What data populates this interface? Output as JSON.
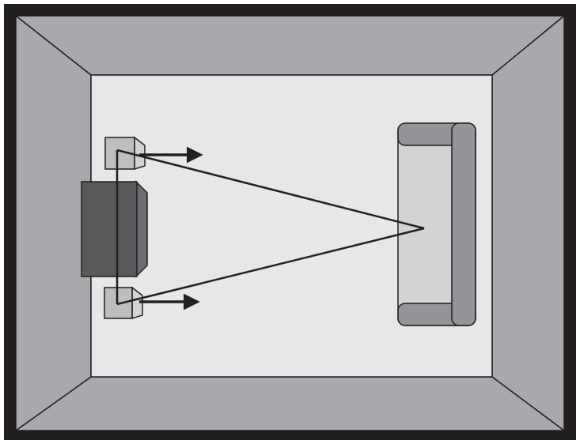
{
  "diagram": {
    "kind": "room-top-view",
    "elements": [
      "room-walls",
      "floor",
      "tv-cabinet",
      "left-speaker",
      "right-speaker",
      "sofa",
      "listening-triangle",
      "speaker-direction-arrows"
    ]
  },
  "colors": {
    "outer_border": "#231f20",
    "wall": "#a7a9ac",
    "floor": "#e6e7e8",
    "cabinet": "#58595b",
    "cabinet_side": "#6d6e71",
    "speaker": "#bcbec0",
    "speaker_side": "#d1d3d4",
    "sofa_body": "#d1d3d4",
    "sofa_frame": "#939598",
    "line": "#231f20"
  }
}
